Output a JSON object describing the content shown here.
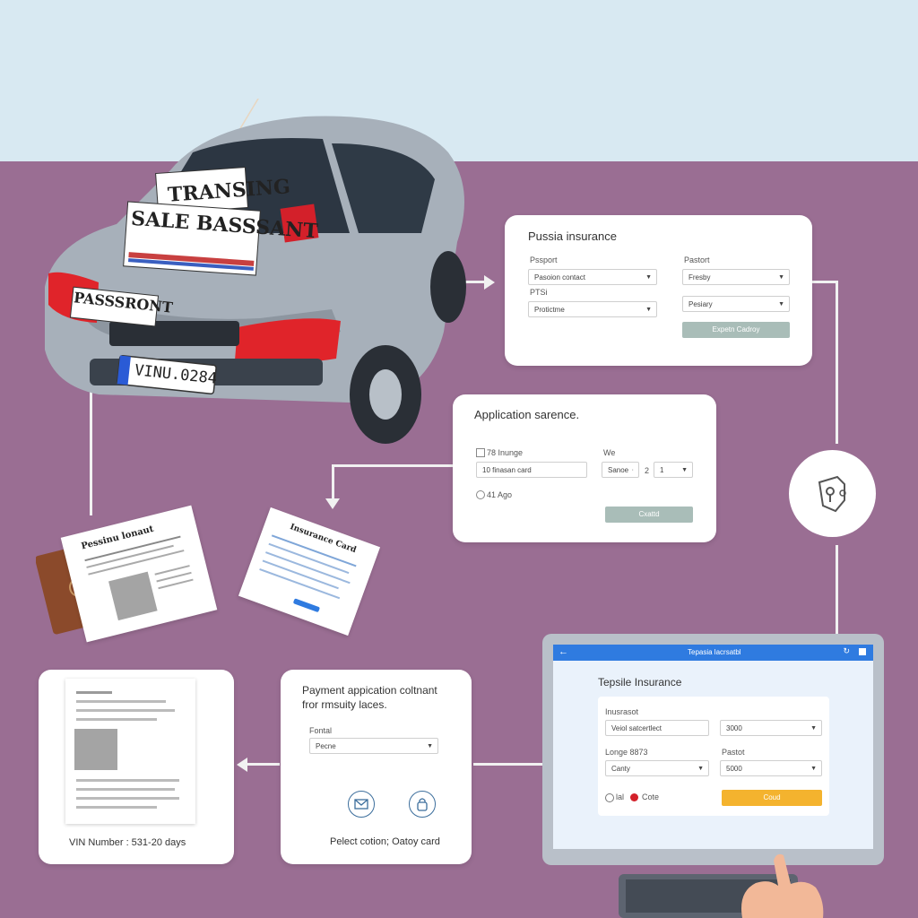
{
  "colors": {
    "sky": "#d8e9f2",
    "background": "#9a6e93",
    "connector": "#f1f1f1",
    "button_muted": "#a9bdb8",
    "button_accent": "#f4b32e",
    "browser_bar": "#2f7be0",
    "car_body": "#a7b0ba",
    "tail_light": "#e0242a"
  },
  "car": {
    "sign_top": "TRANSING",
    "sign_main": "SALE BASSSANT",
    "sign_side": "PASSSRONT",
    "plate": "VINU.0284"
  },
  "russia_form": {
    "title": "Pussia insurance",
    "left_label_1": "Pssport",
    "left_select_1": "Pasoion contact",
    "left_label_2": "PTSi",
    "left_select_2": "Protictme",
    "right_label_1": "Pastort",
    "right_select_1": "Fresby",
    "right_select_2": "Pesiary",
    "button": "Expetn Cadroy"
  },
  "application_form": {
    "title": "Application sarence.",
    "checkbox_1": "78 Inunge",
    "input_1": "10 finasan card",
    "label_right": "We",
    "select_right_1": "Sanoe",
    "select_right_sep": "2",
    "select_right_2": "1",
    "radio_1": "41 Ago",
    "button": "Cxattd"
  },
  "documents": {
    "passport_doc_title": "Pessinu lonaut",
    "insurance_card_title": "Insurance Card"
  },
  "shield_icon": "shield-keyhole-icon",
  "laptop": {
    "browser_title": "Tepasia lacrsatbl",
    "page_title": "Tepsile Insurance",
    "form_label_1": "Inusrasot",
    "input_1": "Veiol satcertlect",
    "select_1": "3000",
    "form_label_2": "Longe 8873",
    "form_label_3": "Pastot",
    "select_2": "Canty",
    "select_3": "5000",
    "radio_1": "lal",
    "radio_2": "Cote",
    "button": "Coud"
  },
  "payment_card": {
    "title_line_1": "Payment appication coltnant",
    "title_line_2": "fror rmsuity laces.",
    "label": "Fontal",
    "select": "Pecne",
    "icon_1": "envelope-icon",
    "icon_2": "lock-icon",
    "caption": "Pelect cotion; Oatoy card"
  },
  "vin_card": {
    "caption": "VIN Number : 531-20 days"
  }
}
